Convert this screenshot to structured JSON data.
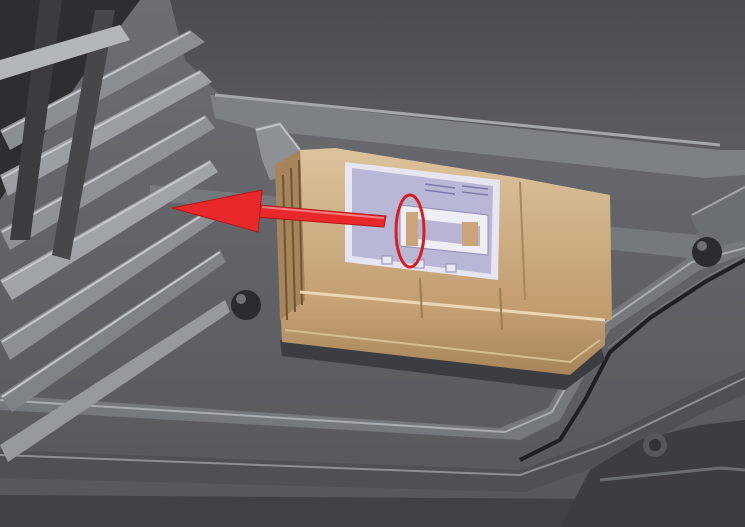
{
  "illustration": {
    "subject": "module-removal-diagram",
    "colors": {
      "background": "#ffffff",
      "floor": "#5f6165",
      "panel_dark": "#3d3f43",
      "panel_mid": "#6f7277",
      "panel_light": "#9a9ca0",
      "module_body": "#c8a57a",
      "module_shadow": "#9c7c56",
      "module_highlight": "#ddc09a",
      "label_plate": "#b9b7d6",
      "label_frame": "#e6e5f2",
      "arrow": "#e8282a",
      "callout": "#d81e20"
    },
    "annotations": {
      "arrow_direction": "left",
      "callout_shape": "ellipse"
    }
  }
}
